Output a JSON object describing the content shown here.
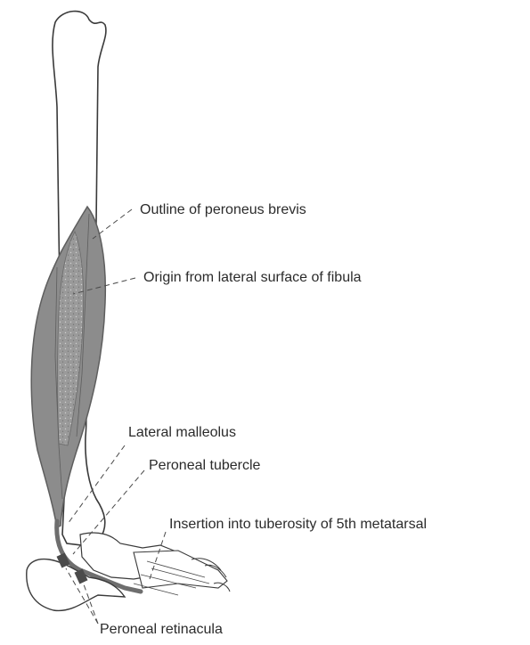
{
  "labels": {
    "outline": "Outline of peroneus brevis",
    "origin": "Origin from lateral surface of fibula",
    "lateral_malleolus": "Lateral malleolus",
    "peroneal_tubercle": "Peroneal tubercle",
    "insertion": "Insertion into tuberosity of 5th metatarsal",
    "retinacula": "Peroneal retinacula"
  },
  "colors": {
    "muscle": "#8c8c8c",
    "muscle_dark": "#5e5e5e",
    "bone_outline": "#3a3a3a",
    "leader_line": "#4a4a4a",
    "text": "#2b2b2b"
  }
}
